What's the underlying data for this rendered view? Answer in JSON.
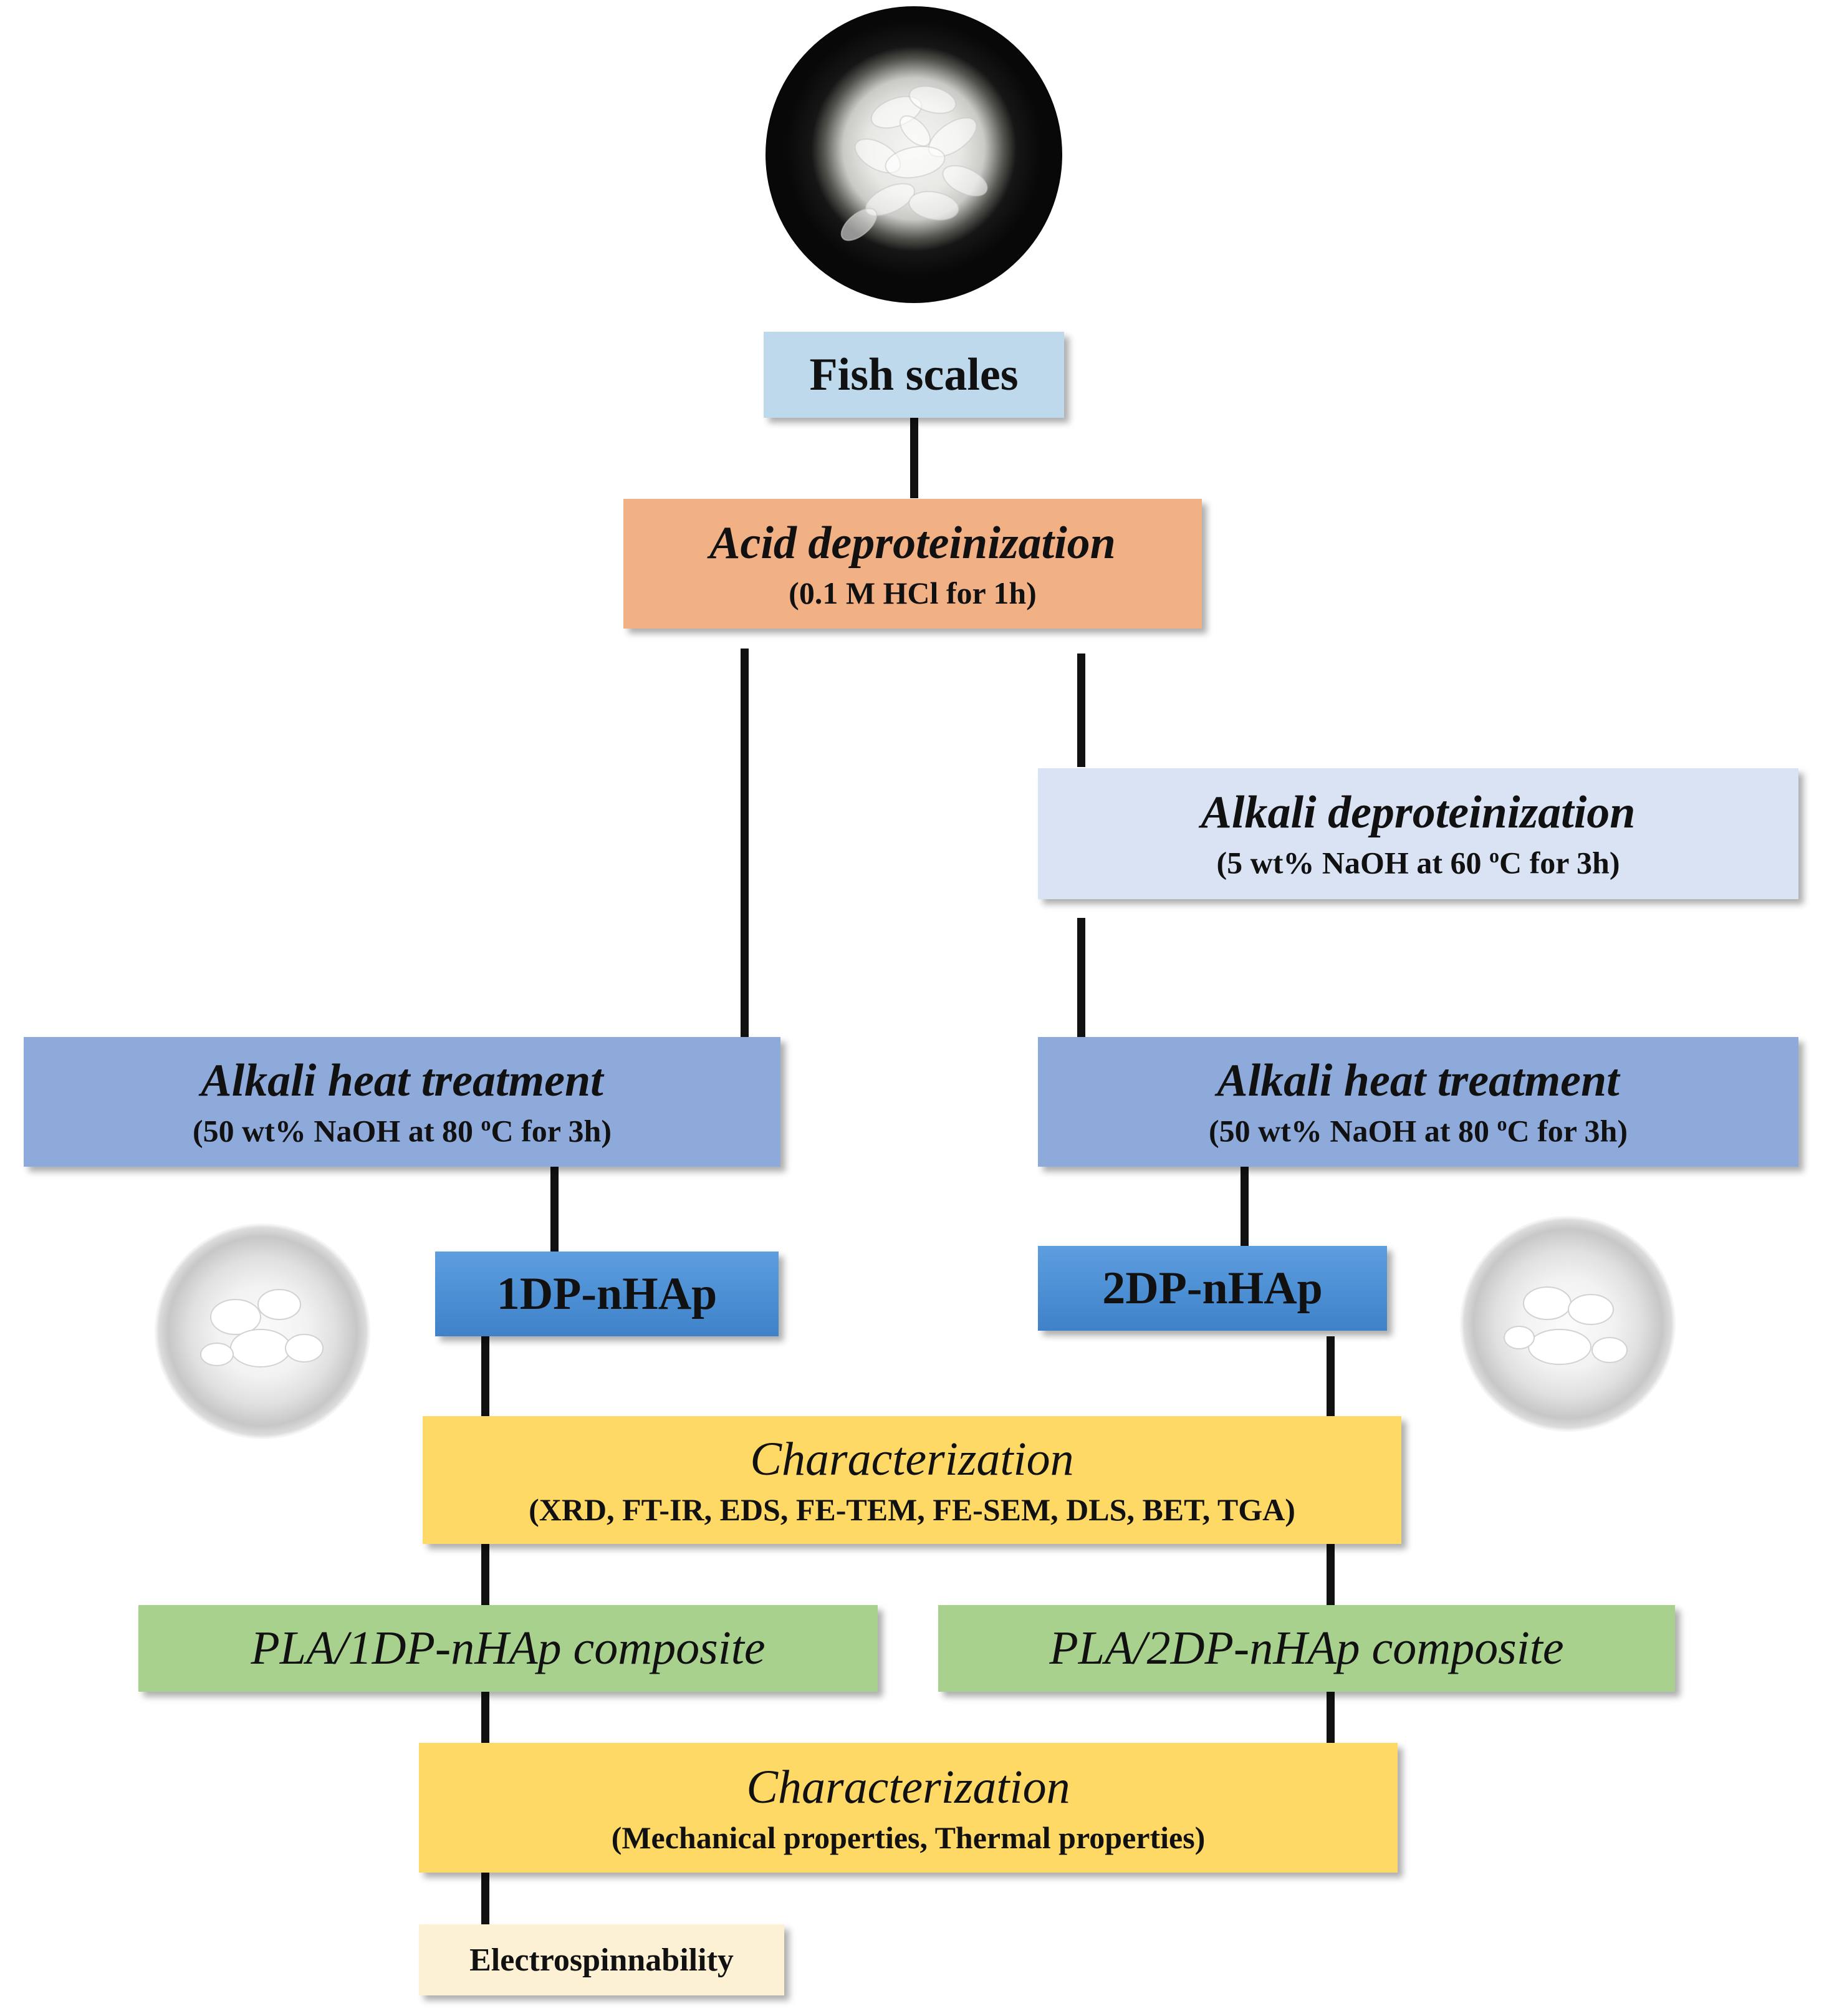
{
  "nodes": {
    "fish_scales": {
      "title": "Fish scales"
    },
    "acid": {
      "title": "Acid deproteinization",
      "subtitle": "(0.1 M HCl for 1h)"
    },
    "alkali_deprot": {
      "title": "Alkali deproteinization",
      "sub_pre": "(5 wt% NaOH at 60 ",
      "sub_sup": "o",
      "sub_post": "C for 3h)"
    },
    "heat_left": {
      "title": "Alkali heat treatment",
      "sub_pre": "(50 wt% NaOH at 80 ",
      "sub_sup": "o",
      "sub_post": "C for 3h)"
    },
    "heat_right": {
      "title": "Alkali heat treatment",
      "sub_pre": "(50 wt% NaOH at 80 ",
      "sub_sup": "o",
      "sub_post": "C for 3h)"
    },
    "nhap1": {
      "title": "1DP-nHAp"
    },
    "nhap2": {
      "title": "2DP-nHAp"
    },
    "char1": {
      "title": "Characterization",
      "subtitle": "(XRD, FT-IR, EDS, FE-TEM, FE-SEM, DLS, BET, TGA)"
    },
    "pla1": {
      "title": "PLA/1DP-nHAp composite"
    },
    "pla2": {
      "title": "PLA/2DP-nHAp composite"
    },
    "char2": {
      "title": "Characterization",
      "subtitle": "(Mechanical properties, Thermal properties)"
    },
    "electro": {
      "title": "Electrospinnability"
    }
  },
  "colors": {
    "fish_scales": "#bed8ec",
    "acid": "#f2b085",
    "alkali_deprot": "#dae3f3",
    "heat": "#8eaadb",
    "nhap": "#4a8fd4",
    "characterization": "#fed965",
    "composite": "#a9d18e",
    "electro": "#fdf1d5"
  }
}
